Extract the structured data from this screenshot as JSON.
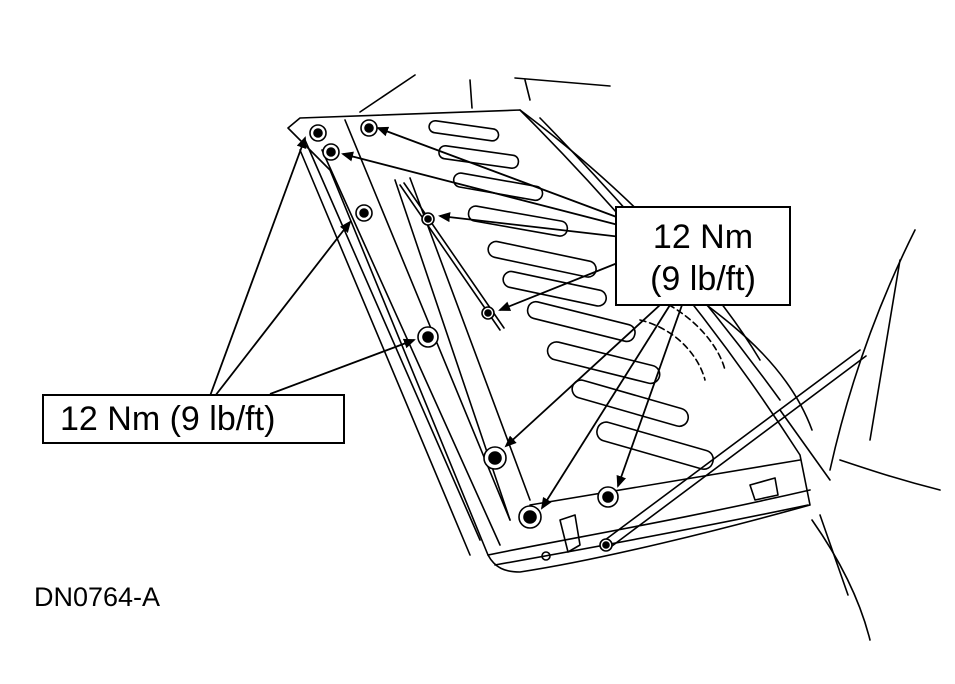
{
  "diagram": {
    "subject": "tailgate-hinge-and-panel-fasteners",
    "callouts": {
      "right": {
        "line1": "12 Nm",
        "line2": "(9 lb/ft)"
      },
      "left": {
        "text": "12 Nm  (9 lb/ft)"
      }
    },
    "figure_id": "DN0764-A",
    "colors": {
      "ink": "#000000",
      "paper": "#ffffff"
    }
  }
}
